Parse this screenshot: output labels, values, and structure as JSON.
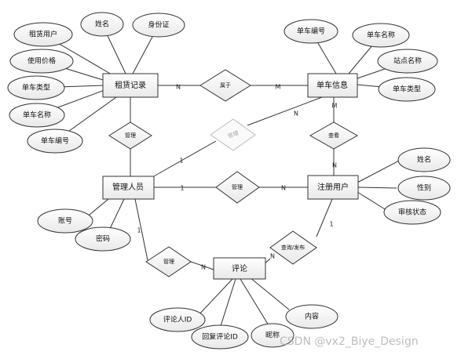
{
  "entities": {
    "rental": "租赁记录",
    "bike": "单车信息",
    "admin": "管理人员",
    "user": "注册用户",
    "comment": "评论"
  },
  "attributes": {
    "rental": [
      "租赁用户",
      "姓名",
      "身份证",
      "使用价格",
      "单车类型",
      "单车名称",
      "单车编号"
    ],
    "bike": [
      "单车编号",
      "单车名称",
      "站点名称",
      "单车类型"
    ],
    "admin": [
      "账号",
      "密码"
    ],
    "user": [
      "姓名",
      "性别",
      "审核状态"
    ],
    "comment": [
      "评论人ID",
      "回复评论ID",
      "昵称",
      "内容"
    ]
  },
  "relationships": {
    "belongs": "属于",
    "manage_rental": "管理",
    "manage_bike": "管理",
    "manage_user": "管理",
    "view": "查看",
    "manage_comment": "管理",
    "query_publish": "查询/发布"
  },
  "cardinalities": {
    "belongs_rental": "N",
    "belongs_bike": "M",
    "admin_bike_admin": "1",
    "admin_bike_bike": "N",
    "admin_user_admin": "1",
    "admin_user_user": "N",
    "view_bike": "M",
    "view_user": "N",
    "admin_comment_admin": "1",
    "admin_comment_comment": "N",
    "user_comment_comment": "N",
    "user_comment_user": "1"
  },
  "watermark": "CSDN @vx2_Biye_Design"
}
